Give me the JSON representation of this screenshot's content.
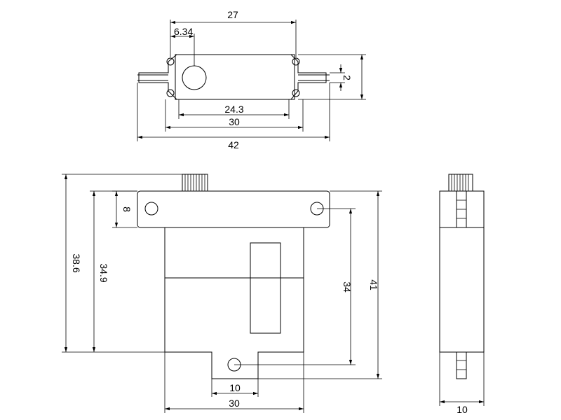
{
  "drawing": {
    "top_view": {
      "dim_mount_span": "27",
      "dim_shaft_offset": "6.34",
      "dim_tab": "2",
      "dim_inner": "24.3",
      "dim_body": "30",
      "dim_total": "42"
    },
    "front_view": {
      "dim_flange": "8",
      "dim_total_height": "38.6",
      "dim_body_height": "34.9",
      "dim_mount_spacing": "34",
      "dim_height": "41",
      "dim_tab": "10",
      "dim_width": "30"
    },
    "side_view": {
      "dim_thickness": "10"
    }
  }
}
